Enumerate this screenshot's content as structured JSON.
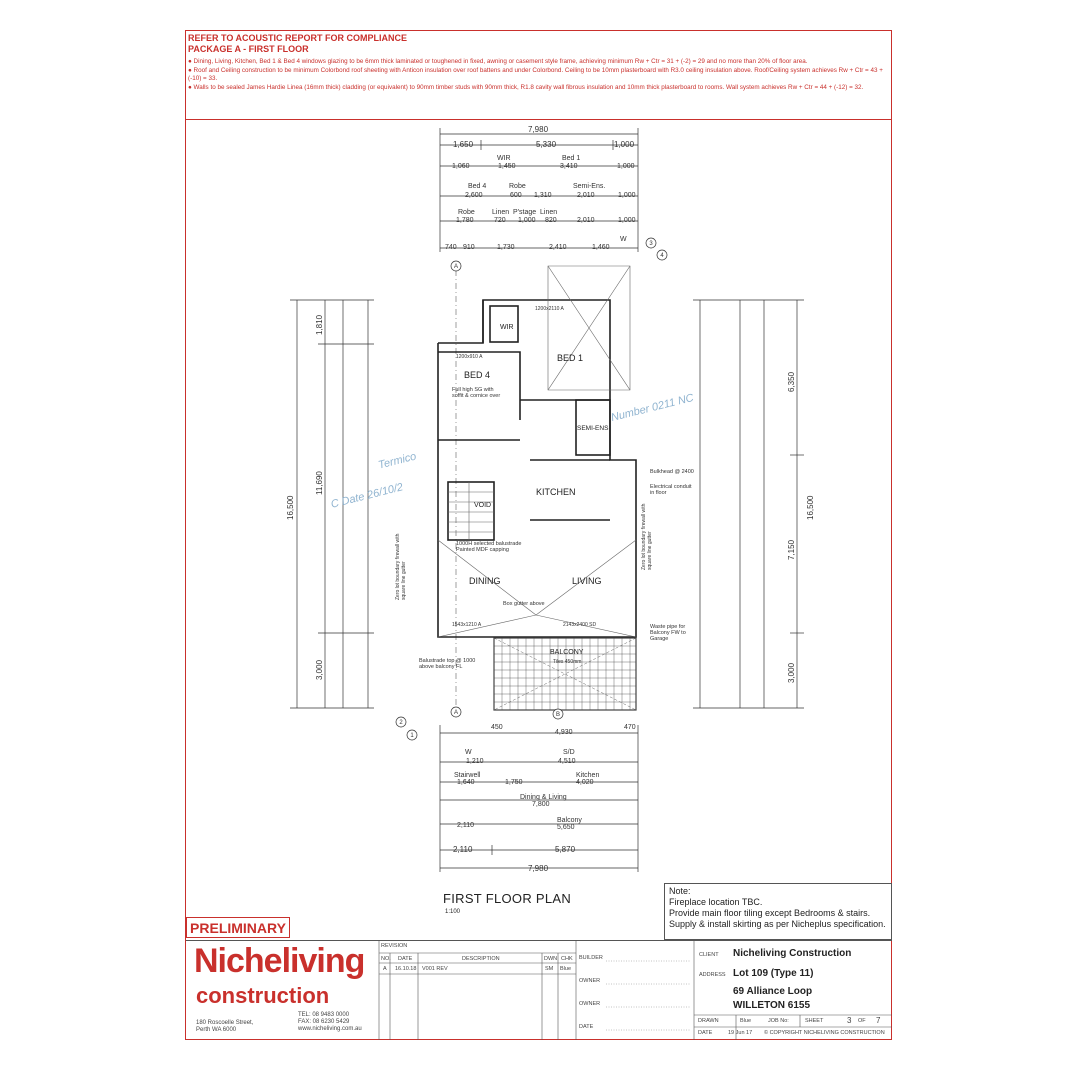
{
  "header": {
    "line1": "REFER TO ACOUSTIC REPORT FOR COMPLIANCE",
    "line2": "PACKAGE A - FIRST FLOOR",
    "note1": "● Dining, Living, Kitchen, Bed 1 & Bed 4 windows glazing to be 6mm thick laminated or toughened in fixed, awning or casement style frame, achieving minimum Rw + Ctr = 31 + (-2) = 29 and no more than 20% of floor area.",
    "note2": "● Roof and Ceiling construction to be minimum Colorbond roof sheeting with Anticon insulation over roof battens and under Colorbond. Ceiling to be 10mm plasterboard with R3.0 ceiling insulation above. Roof/Ceiling system achieves Rw + Ctr = 43 + (-10) = 33.",
    "note3": "● Walls to be sealed James Hardie Linea (16mm thick) cladding (or equivalent) to 90mm timber studs with 90mm thick, R1.8 cavity wall fibrous insulation and 10mm thick plasterboard to rooms. Wall system achieves Rw + Ctr = 44 + (-12) = 32."
  },
  "rooms": {
    "bed4": "BED 4",
    "bed1": "BED 1",
    "kitchen": "KITCHEN",
    "dining": "DINING",
    "living": "LIVING",
    "void": "VOID",
    "balcony": "BALCONY",
    "wir": "WIR",
    "semi_ens": "SEMI-ENS"
  },
  "labels": {
    "bed4_note": "Full high SG with soffit & cornice over",
    "balustrade": "1000H selected balustrade Painted MDF capping",
    "box_gutter": "Box gutter above",
    "bulkhead": "Bulkhead @ 2400",
    "electrical": "Electrical conduit in floor",
    "zero_lot_left": "Zero lot boundary firewall with square line gutter",
    "zero_lot_right": "Zero lot boundary firewall with square line gutter",
    "waste": "Waste pipe for Balcony FW to Garage",
    "balustrade_top": "Balustrade top @ 1000 above balcony FL",
    "balcony_tiles": "Tiles 450mm",
    "win1": "1200x2110 A",
    "win2": "1200x910 A",
    "win3": "1543x1210 A",
    "win4": "2143x2400 SD"
  },
  "dims": {
    "top_total": "7,980",
    "top_a": "1,650",
    "top_b": "5,330",
    "top_c": "1,000",
    "r1_a": "1,060",
    "r1_b": "1,450",
    "r1_c": "3,410",
    "r1_d": "1,000",
    "r1_wir": "WIR",
    "r1_bed1": "Bed 1",
    "r2_bed4": "Bed 4",
    "r2_robe": "Robe",
    "r2_semi": "Semi-Ens.",
    "r2_a": "2,600",
    "r2_b": "600",
    "r2_c": "1,310",
    "r2_d": "2,010",
    "r2_e": "1,000",
    "r3_robe": "Robe",
    "r3_linen": "Linen",
    "r3_pstage": "P'stage",
    "r3_linen2": "Linen",
    "r3_a": "1,780",
    "r3_b": "720",
    "r3_c": "1,000",
    "r3_d": "820",
    "r3_e": "2,010",
    "r3_f": "1,000",
    "r4_a": "740",
    "r4_b": "910",
    "r4_c": "1,730",
    "r4_d": "2,410",
    "r4_e": "1,460",
    "r4_w": "W",
    "left_total": "16,500",
    "left_a": "1,810",
    "left_b": "11,690",
    "left_c": "3,000",
    "right_total": "16,500",
    "right_a": "6,350",
    "right_b": "7,150",
    "right_c": "3,000",
    "bot1_a": "450",
    "bot1_b": "4,930",
    "bot1_c": "470",
    "bot2_w": "W",
    "bot2_sd": "S/D",
    "bot2_a": "1,210",
    "bot2_b": "4,510",
    "bot3_stair": "Stairwell",
    "bot3_kitchen": "Kitchen",
    "bot3_a": "1,640",
    "bot3_b": "1,750",
    "bot3_c": "4,020",
    "bot4_label": "Dining & Living",
    "bot4_a": "7,800",
    "bot5_label": "Balcony",
    "bot5_a": "2,110",
    "bot5_b": "5,650",
    "bot6_a": "2,110",
    "bot6_b": "5,870",
    "bot_total": "7,980"
  },
  "stamp": {
    "line1": "Termico",
    "line2": "C Date 26/10/2",
    "line3": "Number 0211 NC"
  },
  "plan": {
    "title": "FIRST FLOOR PLAN",
    "scale": "1:100"
  },
  "note": {
    "title": "Note:",
    "l1": "Fireplace location TBC.",
    "l2": "Provide main floor tiling except Bedrooms & stairs.",
    "l3": "Supply & install skirting as per Nicheplus specification."
  },
  "preliminary": "PRELIMINARY",
  "company": {
    "name1": "Nicheliving",
    "name2": "construction",
    "street": "180 Roscoelle Street,",
    "city": "Perth WA 6000",
    "tel": "TEL: 08 9483 0000",
    "fax": "FAX: 08 6230 5429",
    "web": "www.nicheliving.com.au"
  },
  "revision": {
    "header": "REVISION",
    "col_no": "NO.",
    "col_date": "DATE",
    "col_desc": "DESCRIPTION",
    "col_dwn": "DWN",
    "col_chk": "CHK",
    "row_no": "A",
    "row_date": "16.10.18",
    "row_desc": "V001 REV",
    "row_dwn": "SM",
    "row_chk": "Blue"
  },
  "sign": {
    "builder": "BUILDER",
    "owner1": "OWNER",
    "owner2": "OWNER",
    "date": "DATE"
  },
  "client": {
    "client_lbl": "CLIENT",
    "client_val": "Nicheliving Construction",
    "address_lbl": "ADDRESS",
    "addr1": "Lot 109 (Type 11)",
    "addr2": "69 Alliance Loop",
    "addr3": "WILLETON 6155",
    "drawn_lbl": "DRAWN",
    "drawn_val": "Blue",
    "job_lbl": "JOB No:",
    "sheet_lbl": "SHEET",
    "sheet_val": "3",
    "sheet_of": "OF",
    "sheet_total": "7",
    "date_lbl": "DATE",
    "date_val": "19 Jun 17",
    "copyright": "© COPYRIGHT NICHELIVING CONSTRUCTION"
  }
}
